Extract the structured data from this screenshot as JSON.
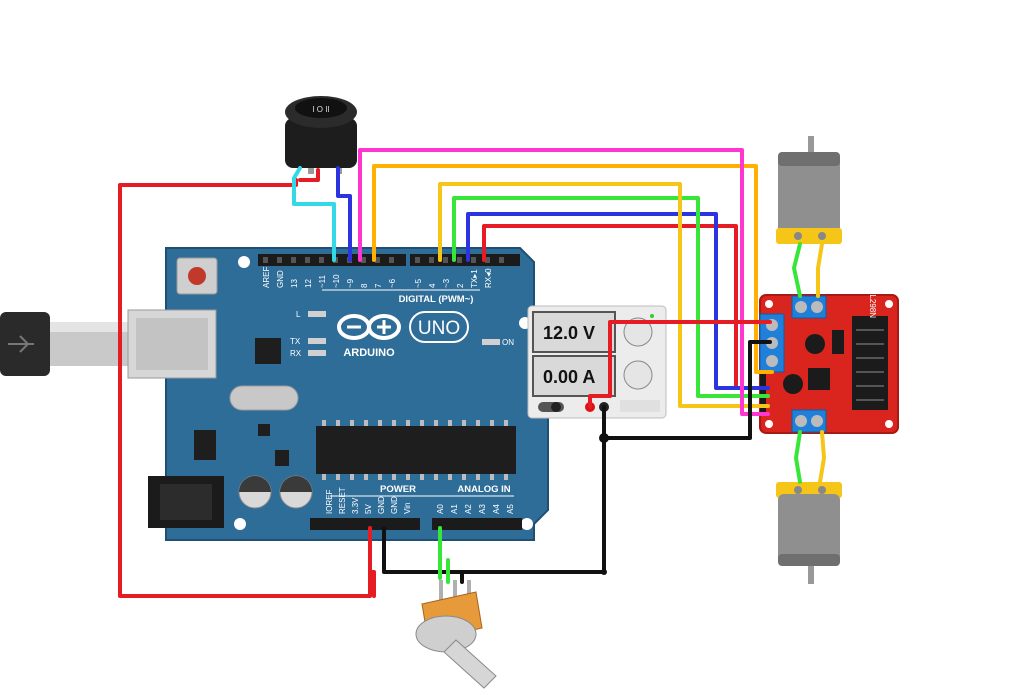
{
  "arduino": {
    "brand": "ARDUINO",
    "model": "UNO",
    "digital_header": "DIGITAL (PWM~)",
    "digital_pins": [
      "AREF",
      "GND",
      "13",
      "12",
      "~11",
      "~10",
      "~9",
      "8",
      "7",
      "~6",
      "~5",
      "4",
      "~3",
      "2",
      "TX▸1",
      "RX◂0"
    ],
    "power_header": "POWER",
    "power_pins": [
      "IOREF",
      "RESET",
      "3.3V",
      "5V",
      "GND",
      "GND",
      "Vin"
    ],
    "analog_header": "ANALOG IN",
    "analog_pins": [
      "A0",
      "A1",
      "A2",
      "A3",
      "A4",
      "A5"
    ],
    "led_l": "L",
    "led_tx": "TX",
    "led_rx": "RX",
    "led_on": "ON"
  },
  "power_supply": {
    "voltage": "12.0 V",
    "current": "0.00 A"
  },
  "driver": {
    "label": "L298N"
  },
  "colors": {
    "board": "#2f6d99",
    "board_edge": "#1f4f73",
    "driver": "#d9251d",
    "wire_red": "#e51c23",
    "wire_black": "#111111",
    "wire_pink": "#ff37d0",
    "wire_orange": "#ffb000",
    "wire_yellow": "#f5c518",
    "wire_green": "#38e63a",
    "wire_blue": "#2c34e0",
    "wire_cyan": "#33d9e6"
  }
}
